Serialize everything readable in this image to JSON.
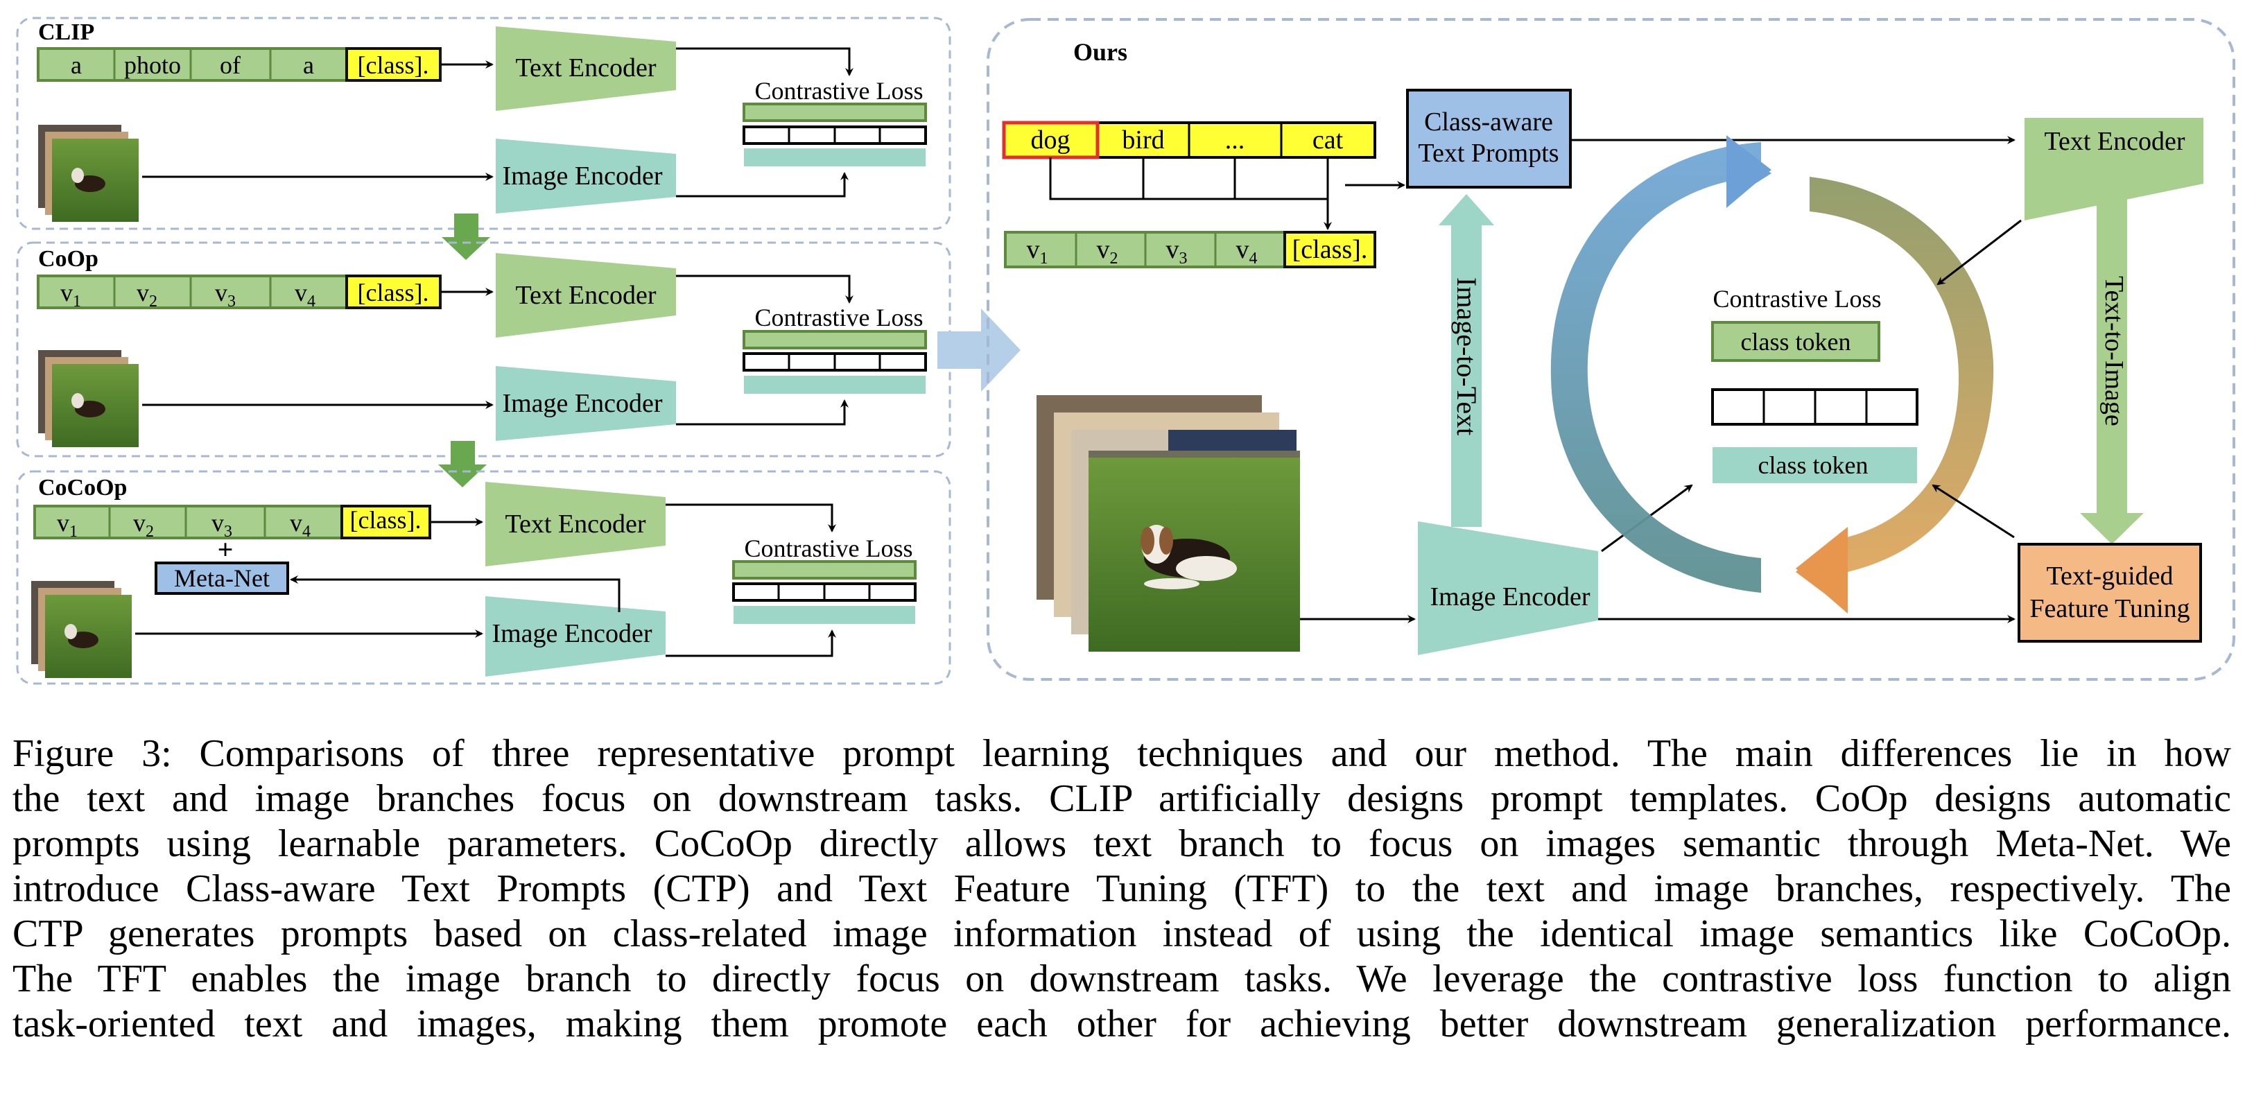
{
  "colors": {
    "green_fill": "#a9cf8e",
    "green_border": "#5e8a3e",
    "yellow": "#ffff33",
    "teal": "#9dd5c6",
    "text_encoder_green": "#a9cf8e",
    "blue_box": "#9ec0e6",
    "orange_box": "#f5b986",
    "panel_border": "#a7b9d2",
    "arrow_blue": "#6da0d6",
    "arrow_orange": "#e89a50"
  },
  "clip": {
    "title": "CLIP",
    "tokens": [
      "a",
      "photo",
      "of",
      "a",
      "[class]."
    ],
    "text_encoder": "Text Encoder",
    "image_encoder": "Image Encoder",
    "loss": "Contrastive Loss"
  },
  "coop": {
    "title": "CoOp",
    "tokens": [
      "v",
      "v",
      "v",
      "v",
      "[class]."
    ],
    "subs": [
      "1",
      "2",
      "3",
      "4"
    ],
    "text_encoder": "Text Encoder",
    "image_encoder": "Image Encoder",
    "loss": "Contrastive Loss"
  },
  "cocoop": {
    "title": "CoCoOp",
    "tokens": [
      "v",
      "v",
      "v",
      "v",
      "[class]."
    ],
    "subs": [
      "1",
      "2",
      "3",
      "4"
    ],
    "plus": "+",
    "meta_net": "Meta-Net",
    "text_encoder": "Text Encoder",
    "image_encoder": "Image Encoder",
    "loss": "Contrastive Loss"
  },
  "ours": {
    "title": "Ours",
    "class_words": [
      "dog",
      "bird",
      "...",
      "cat"
    ],
    "tokens": [
      "v",
      "v",
      "v",
      "v",
      "[class]."
    ],
    "subs": [
      "1",
      "2",
      "3",
      "4"
    ],
    "ctp_line1": "Class-aware",
    "ctp_line2": "Text Prompts",
    "text_encoder": "Text Encoder",
    "image_encoder": "Image Encoder",
    "image_to_text": "Image-to-Text",
    "text_to_image": "Text-to-Image",
    "loss": "Contrastive Loss",
    "class_token_top": "class token",
    "class_token_bottom": "class token",
    "tft_line1": "Text-guided",
    "tft_line2": "Feature Tuning"
  },
  "caption": {
    "lines": [
      "Figure 3: Comparisons of three representative prompt learning techniques and our method. The main differences lie in how",
      "the text and image branches focus on downstream tasks. CLIP artificially designs prompt templates. CoOp designs automatic",
      "prompts using learnable parameters. CoCoOp directly allows text branch to focus on images semantic through Meta-Net. We",
      "introduce Class-aware Text Prompts (CTP) and Text Feature Tuning (TFT) to the text and image branches, respectively. The",
      "CTP generates prompts based on class-related image information instead of using the identical image semantics like CoCoOp.",
      "The TFT enables the image branch to directly focus on downstream tasks. We leverage the contrastive loss function to align",
      "task-oriented text and images, making them promote each other for achieving better downstream generalization performance."
    ]
  }
}
